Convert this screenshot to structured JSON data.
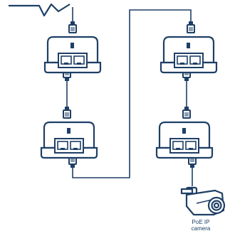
{
  "colors": {
    "stroke": "#1e3f66",
    "extender_fill": "#ffffff",
    "port_fill": "#ffffff"
  },
  "diagram": {
    "title": "",
    "nodes": [
      {
        "id": "wireless-link",
        "kind": "lightning-icon"
      },
      {
        "id": "extender-1",
        "kind": "poe-extender",
        "ports": 2
      },
      {
        "id": "extender-2",
        "kind": "poe-extender",
        "ports": 2
      },
      {
        "id": "extender-3",
        "kind": "poe-extender",
        "ports": 2
      },
      {
        "id": "extender-4",
        "kind": "poe-extender",
        "ports": 2
      },
      {
        "id": "poe-ip-camera",
        "kind": "camera-icon"
      }
    ],
    "connections": [
      [
        "wireless-link",
        "extender-1"
      ],
      [
        "extender-1",
        "extender-2"
      ],
      [
        "extender-2",
        "extender-3"
      ],
      [
        "extender-3",
        "extender-4"
      ],
      [
        "extender-4",
        "poe-ip-camera"
      ]
    ]
  },
  "camera": {
    "label_line1": "PoE IP",
    "label_line2": "camera"
  }
}
